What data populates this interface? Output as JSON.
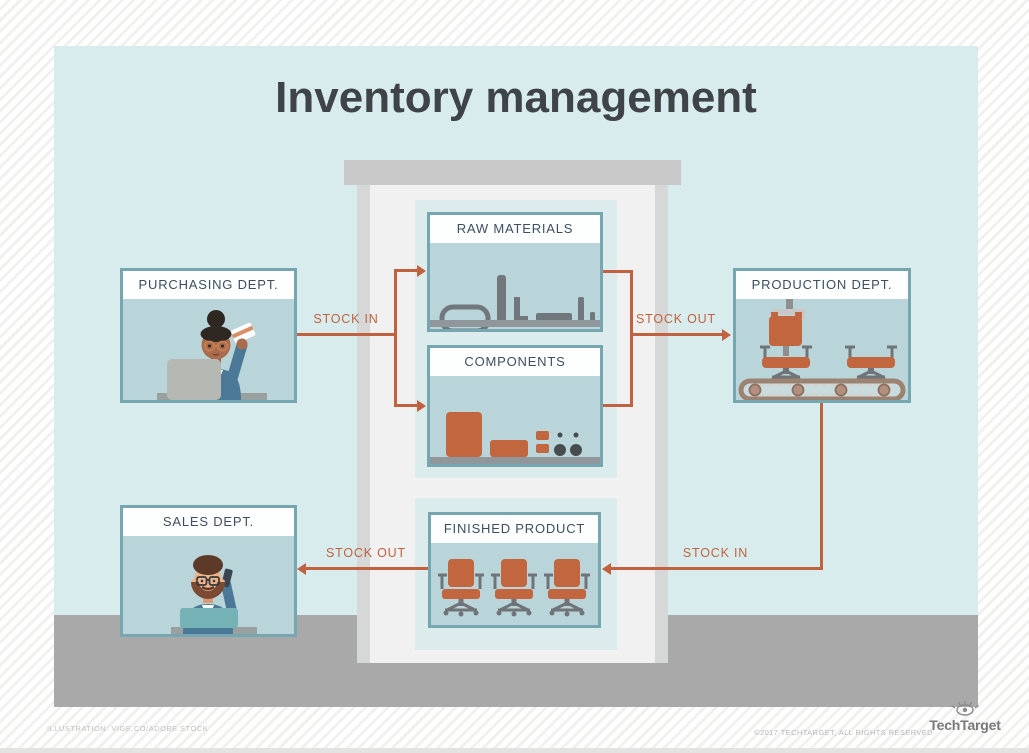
{
  "title": "Inventory management",
  "nodes": {
    "purchasing": {
      "label": "PURCHASING DEPT."
    },
    "raw_materials": {
      "label": "RAW MATERIALS"
    },
    "components": {
      "label": "COMPONENTS"
    },
    "production": {
      "label": "PRODUCTION DEPT."
    },
    "finished_product": {
      "label": "FINISHED PRODUCT"
    },
    "sales": {
      "label": "SALES DEPT."
    }
  },
  "flows": {
    "purchasing_to_warehouse": {
      "label": "STOCK IN"
    },
    "warehouse_to_production": {
      "label": "STOCK OUT"
    },
    "production_to_warehouse": {
      "label": "STOCK IN"
    },
    "warehouse_to_sales": {
      "label": "STOCK OUT"
    }
  },
  "footer": {
    "credit": "ILLUSTRATION: VIGE.CO/ADOBE STOCK",
    "copyright": "©2017 TECHTARGET, ALL RIGHTS RESERVED",
    "brand": "TechTarget"
  },
  "colors": {
    "canvas": "#d8ecee",
    "floor": "#a9a9a9",
    "arrow": "#c0623f",
    "box_border": "#76a6af",
    "box_body": "#b9d5d9",
    "title_text": "#3f4449",
    "label_text": "#3d4f5e",
    "item_orange": "#c2663f",
    "item_gray": "#70787d"
  }
}
